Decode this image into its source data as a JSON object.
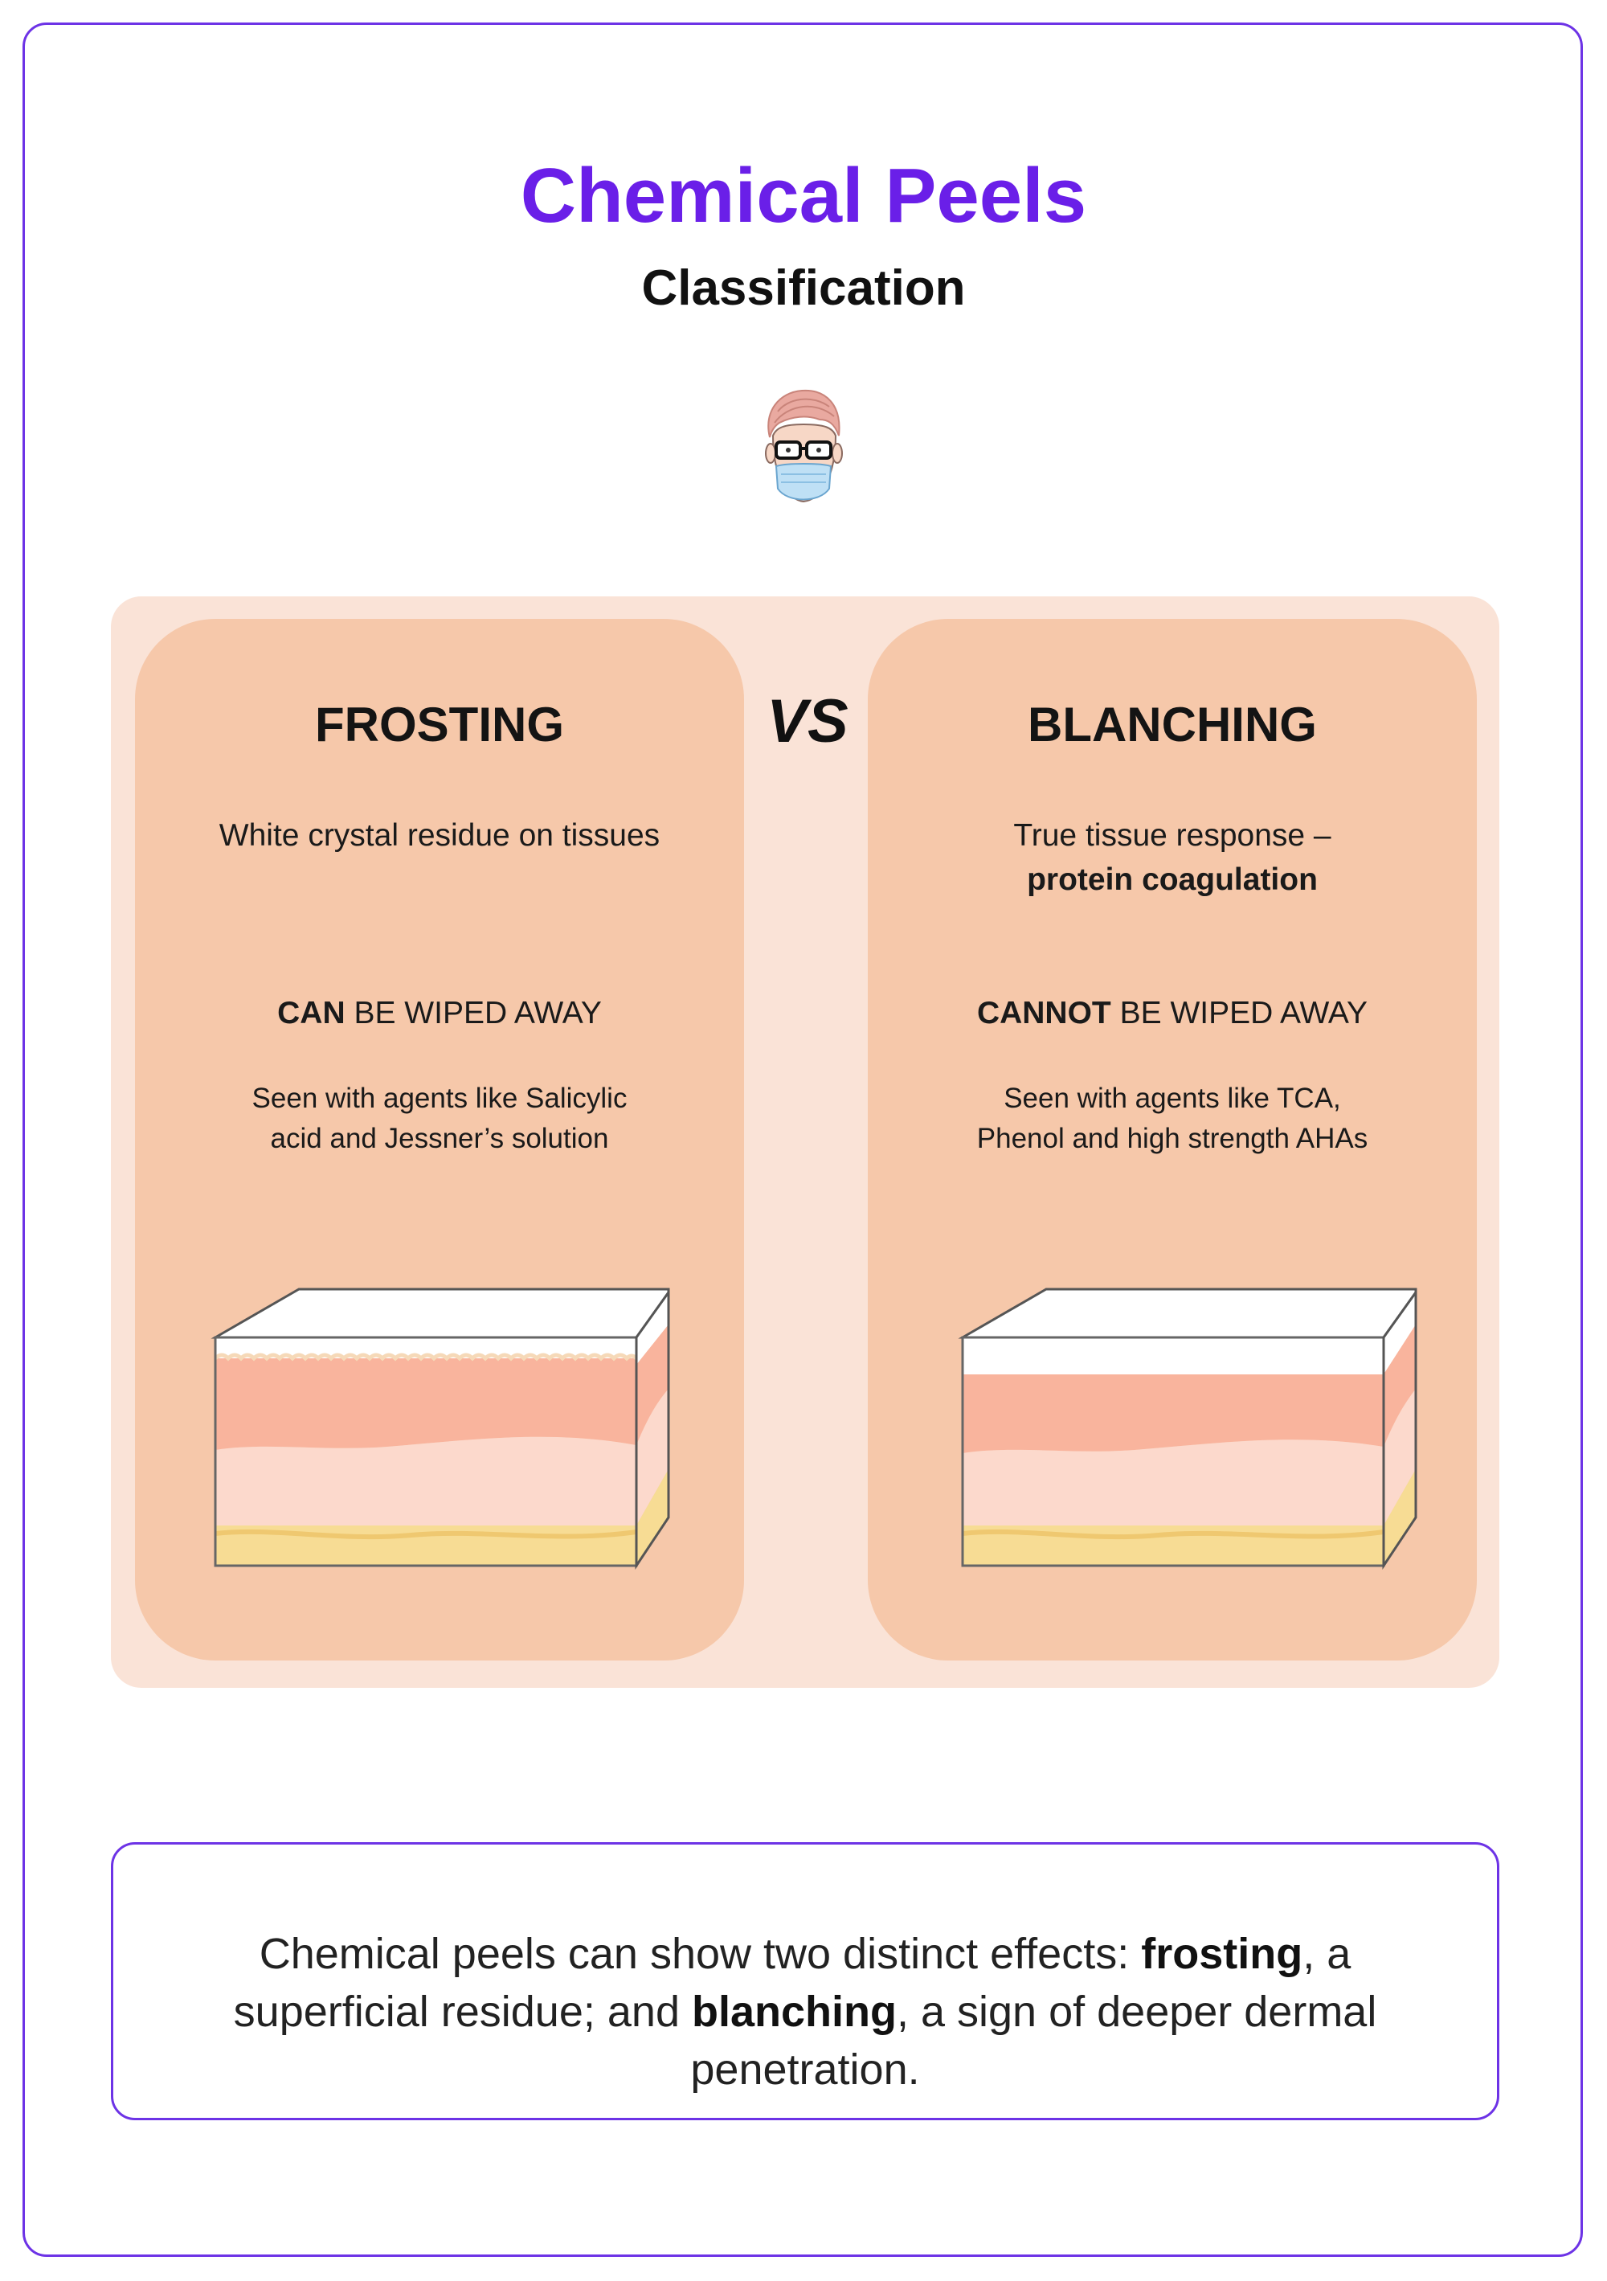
{
  "header": {
    "title": "Chemical Peels",
    "subtitle": "Classification"
  },
  "avatar": {
    "icon": "doctor-avatar-icon"
  },
  "comparison": {
    "vs_label": "VS",
    "left": {
      "title": "FROSTING",
      "description": "White crystal residue on tissues",
      "wipe_bold": "CAN",
      "wipe_rest": " BE WIPED AWAY",
      "agents_line1": "Seen with agents like Salicylic",
      "agents_line2": "acid and Jessner’s solution"
    },
    "right": {
      "title": "BLANCHING",
      "description_line1": "True tissue response –",
      "description_line2": "protein coagulation",
      "wipe_bold": "CANNOT",
      "wipe_rest": " BE WIPED AWAY",
      "agents_line1": "Seen with agents like TCA,",
      "agents_line2": "Phenol and high strength AHAs"
    }
  },
  "summary": {
    "part1": "Chemical peels can show two distinct effects: ",
    "bold1": "frosting",
    "part2": ", a superficial residue; and ",
    "bold2": "blanching",
    "part3": ", a sign of deeper dermal penetration."
  },
  "colors": {
    "accent": "#6a1fe8",
    "border": "#6d33e6",
    "panel": "#fae3d7",
    "card": "#f6c8aa",
    "epidermis": "#f9b49d",
    "dermis": "#fcd9cc",
    "fat": "#f5d891"
  }
}
